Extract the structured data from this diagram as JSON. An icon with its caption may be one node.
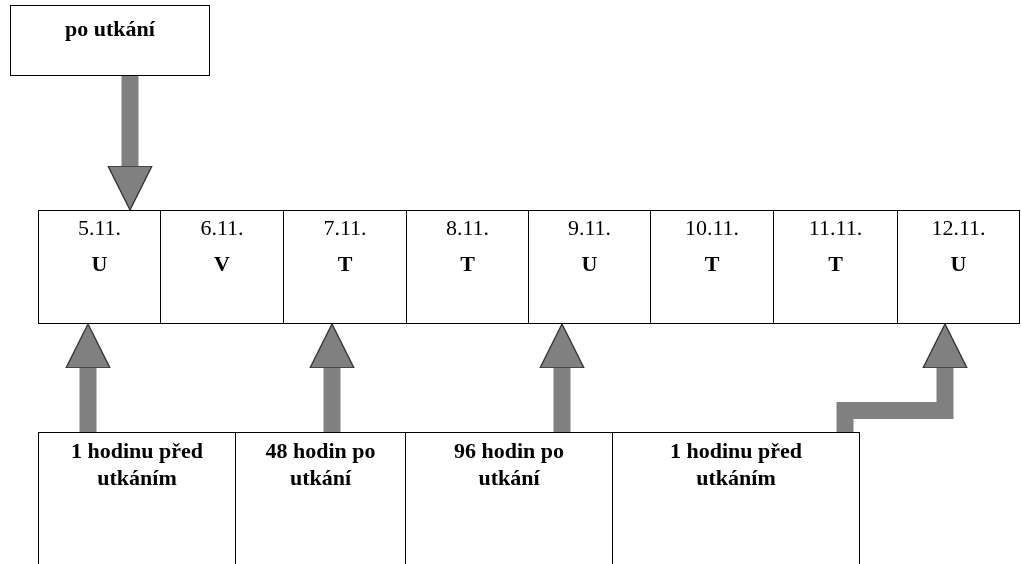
{
  "diagram": {
    "nodes": [
      {
        "text": [
          "po utkání"
        ]
      },
      {
        "text": [
          "5.11.",
          "U"
        ]
      },
      {
        "text": [
          "6.11.",
          "V"
        ]
      },
      {
        "text": [
          "7.11.",
          "T"
        ]
      },
      {
        "text": [
          "8.11.",
          "T"
        ]
      },
      {
        "text": [
          "9.11.",
          "U"
        ]
      },
      {
        "text": [
          "10.11.",
          "T"
        ]
      },
      {
        "text": [
          "11.11.",
          "T"
        ]
      },
      {
        "text": [
          "12.11.",
          "U"
        ]
      },
      {
        "text": [
          "1 hodinu před utkáním"
        ]
      },
      {
        "text": [
          "48 hodin po utkání"
        ]
      },
      {
        "text": [
          "96 hodin po utkání"
        ]
      },
      {
        "text": [
          "1 hodinu před utkáním"
        ]
      }
    ],
    "edges": [
      {
        "from": 0,
        "to": 1,
        "arrow": "to"
      },
      {
        "from": 9,
        "to": 1,
        "arrow": "to"
      },
      {
        "from": 10,
        "to": 3,
        "arrow": "to"
      },
      {
        "from": 11,
        "to": 5,
        "arrow": "to"
      },
      {
        "from": 12,
        "to": 8,
        "arrow": "to"
      }
    ]
  }
}
